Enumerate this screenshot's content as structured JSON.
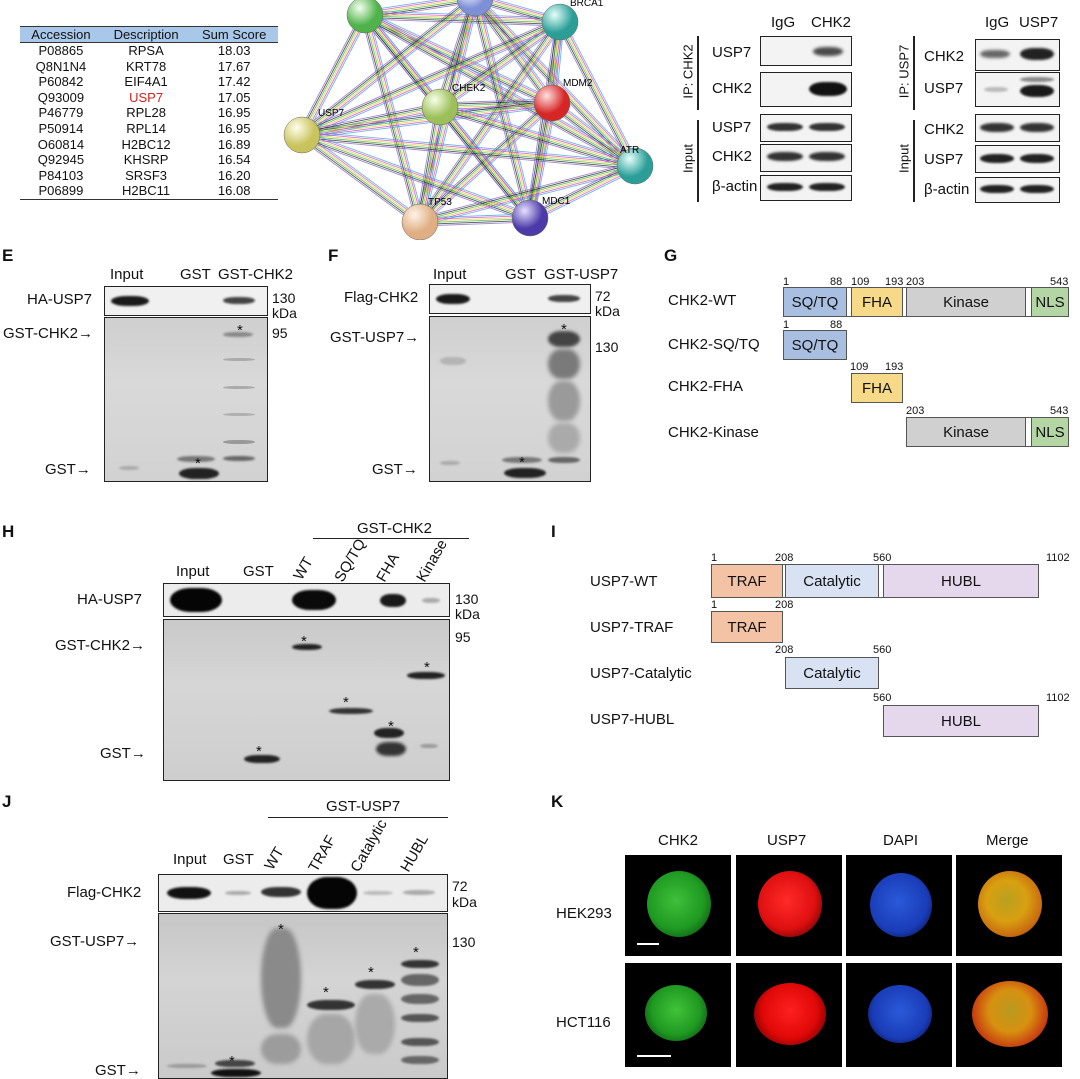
{
  "panelA": {
    "headers": [
      "Accession",
      "Description",
      "Sum Score"
    ],
    "rows": [
      [
        "P08865",
        "RPSA",
        "18.03"
      ],
      [
        "Q8N1N4",
        "KRT78",
        "17.67"
      ],
      [
        "P60842",
        "EIF4A1",
        "17.42"
      ],
      [
        "Q93009",
        "USP7",
        "17.05"
      ],
      [
        "P46779",
        "RPL28",
        "16.95"
      ],
      [
        "P50914",
        "RPL14",
        "16.95"
      ],
      [
        "O60814",
        "H2BC12",
        "16.89"
      ],
      [
        "Q92945",
        "KHSRP",
        "16.54"
      ],
      [
        "P84103",
        "SRSF3",
        "16.20"
      ],
      [
        "P06899",
        "H2BC11",
        "16.08"
      ]
    ],
    "highlight_color": "#d42020"
  },
  "network": {
    "nodes": [
      "BRCA1",
      "MDM2",
      "CHEK2",
      "USP7",
      "ATR",
      "TP53",
      "MDC1"
    ]
  },
  "ipChk2": {
    "cols": [
      "IgG",
      "CHK2"
    ],
    "ip_label": "IP: CHK2",
    "input_label": "Input",
    "ip_rows": [
      "USP7",
      "CHK2"
    ],
    "input_rows": [
      "USP7",
      "CHK2",
      "β-actin"
    ]
  },
  "ipUsp7": {
    "cols": [
      "IgG",
      "USP7"
    ],
    "ip_label": "IP: USP7",
    "input_label": "Input",
    "ip_rows": [
      "CHK2",
      "USP7"
    ],
    "input_rows": [
      "CHK2",
      "USP7",
      "β-actin"
    ]
  },
  "panelE": {
    "letter": "E",
    "lanes": [
      "Input",
      "GST",
      "GST-CHK2"
    ],
    "blot_label": "HA-USP7",
    "gel_labels": [
      "GST-CHK2→",
      "GST→"
    ],
    "markers": [
      "130",
      "kDa",
      "95"
    ]
  },
  "panelF": {
    "letter": "F",
    "lanes": [
      "Input",
      "GST",
      "GST-USP7"
    ],
    "blot_label": "Flag-CHK2",
    "gel_labels": [
      "GST-USP7→",
      "GST→"
    ],
    "markers": [
      "72",
      "kDa",
      "130"
    ]
  },
  "panelG": {
    "letter": "G",
    "constructs": [
      "CHK2-WT",
      "CHK2-SQ/TQ",
      "CHK2-FHA",
      "CHK2-Kinase"
    ],
    "domains": {
      "sqtq": "SQ/TQ",
      "fha": "FHA",
      "kinase": "Kinase",
      "nls": "NLS"
    },
    "numbers": {
      "n1": "1",
      "n88": "88",
      "n109": "109",
      "n193": "193",
      "n203": "203",
      "n543": "543"
    },
    "colors": {
      "sqtq": "#a9bfe2",
      "fha": "#f7d98a",
      "kinase": "#d0d0d0",
      "nls": "#b4d6a4"
    }
  },
  "panelH": {
    "letter": "H",
    "group_label": "GST-CHK2",
    "lanes": [
      "Input",
      "GST",
      "WT",
      "SQ/TQ",
      "FHA",
      "Kinase"
    ],
    "blot_label": "HA-USP7",
    "gel_labels": [
      "GST-CHK2→",
      "GST→"
    ],
    "markers": [
      "130",
      "kDa",
      "95"
    ]
  },
  "panelI": {
    "letter": "I",
    "constructs": [
      "USP7-WT",
      "USP7-TRAF",
      "USP7-Catalytic",
      "USP7-HUBL"
    ],
    "domains": {
      "traf": "TRAF",
      "catalytic": "Catalytic",
      "hubl": "HUBL"
    },
    "numbers": {
      "n1": "1",
      "n208": "208",
      "n560": "560",
      "n1102": "1102"
    },
    "colors": {
      "traf": "#f4c3a6",
      "catalytic": "#d8e2f3",
      "hubl": "#e6d8ec"
    }
  },
  "panelJ": {
    "letter": "J",
    "group_label": "GST-USP7",
    "lanes": [
      "Input",
      "GST",
      "WT",
      "TRAF",
      "Catalytic",
      "HUBL"
    ],
    "blot_label": "Flag-CHK2",
    "gel_labels": [
      "GST-USP7→",
      "GST→"
    ],
    "markers": [
      "72",
      "kDa",
      "130"
    ]
  },
  "panelK": {
    "letter": "K",
    "cols": [
      "CHK2",
      "USP7",
      "DAPI",
      "Merge"
    ],
    "rows": [
      "HEK293",
      "HCT116"
    ]
  }
}
